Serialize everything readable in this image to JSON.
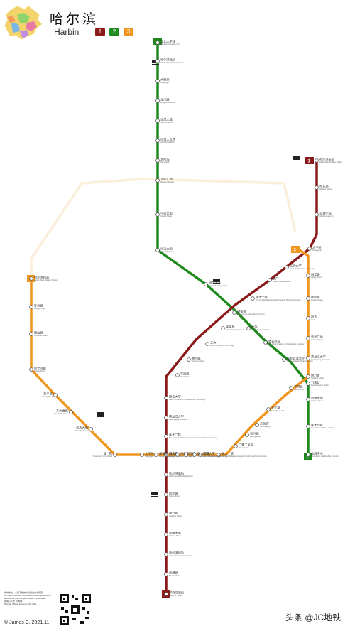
{
  "title": {
    "cn": "哈尔滨",
    "en": "Harbin"
  },
  "lines": [
    {
      "id": "1",
      "label": "1",
      "color": "#8b1a1a"
    },
    {
      "id": "2",
      "label": "2",
      "color": "#1e8a1e"
    },
    {
      "id": "3",
      "label": "3",
      "color": "#f0961e"
    }
  ],
  "stations": [
    {
      "cn": "江北大学城",
      "en": "Jiangbei University City"
    },
    {
      "cn": "哈尔滨北站",
      "en": "Harbin North Railway Station"
    },
    {
      "cn": "大耿家",
      "en": "Dagengjia"
    },
    {
      "cn": "龙川路",
      "en": "Longchuan Road"
    },
    {
      "cn": "世茂大道",
      "en": "Shimao Avenue"
    },
    {
      "cn": "冰雪大世界",
      "en": "Ice & Snow World"
    },
    {
      "cn": "太阳岛",
      "en": "Sun Island"
    },
    {
      "cn": "人民广场",
      "en": "People's Square"
    },
    {
      "cn": "中央大街",
      "en": "Central Street"
    },
    {
      "cn": "尚志大街",
      "en": "Shangzhi Street"
    },
    {
      "cn": "哈尔滨站",
      "en": "Harbin Railway Station"
    },
    {
      "cn": "哈尔滨东站",
      "en": "Harbin East Railway Station"
    },
    {
      "cn": "哈东站",
      "en": "Hadong Station"
    },
    {
      "cn": "交通学院",
      "en": "Jiaotongxueyuan"
    },
    {
      "cn": "太平桥",
      "en": "Taipingqiao"
    },
    {
      "cn": "工程大学",
      "en": "Harbin Engineering University"
    },
    {
      "cn": "烟厂",
      "en": "Tobacco Manufacturer"
    },
    {
      "cn": "医大一院",
      "en": "The First Affiliated Hospital of Harbin Medical University"
    },
    {
      "cn": "博物馆",
      "en": "Museum of Heilongjiang Province"
    },
    {
      "cn": "哈站",
      "en": "Harbin Railway Station"
    },
    {
      "cn": "铁路局",
      "en": "Harbin Railway Bureau"
    },
    {
      "cn": "工大",
      "en": "Harbin Institute of Technology"
    },
    {
      "cn": "黄河路",
      "en": "Huanghe Road"
    },
    {
      "cn": "学府路",
      "en": "Xuefu Road"
    },
    {
      "cn": "理工大学",
      "en": "Harbin University of Science and Technology"
    },
    {
      "cn": "黑龙江大学",
      "en": "Heilongjiang University"
    },
    {
      "cn": "医大二院",
      "en": "The Second Affiliated Hospital of Harbin Medical University"
    },
    {
      "cn": "河松街",
      "en": "Hesong Street"
    },
    {
      "cn": "哈尔滨南站",
      "en": "Harbin South Railway Station"
    },
    {
      "cn": "同乐路",
      "en": "Tongle Road"
    },
    {
      "cn": "旭升街",
      "en": "Xusheng Street"
    },
    {
      "cn": "新疆大街",
      "en": "Xinjiang Street"
    },
    {
      "cn": "哈尔滨西站",
      "en": "Harbin West Railway Station"
    },
    {
      "cn": "保健路",
      "en": "Baojian Road"
    },
    {
      "cn": "学府四道街",
      "en": "Xuefu 4th Road"
    },
    {
      "cn": "省农科院",
      "en": "Provincial Academy of Agricultural Sciences"
    },
    {
      "cn": "东北农业大学",
      "en": "Northeast Agricultural University"
    },
    {
      "cn": "气象台",
      "en": "Meteorological Station"
    },
    {
      "cn": "新疆大街",
      "en": "Xinjiang Street"
    },
    {
      "cn": "医大四院",
      "en": "The Fourth Affiliated Hospital"
    },
    {
      "cn": "会展中心",
      "en": "Convention and Exhibition Center"
    },
    {
      "cn": "丽江路",
      "en": "Lijiang Road"
    },
    {
      "cn": "鞍山街",
      "en": "Anshan Street"
    },
    {
      "cn": "哈达",
      "en": "Hada"
    },
    {
      "cn": "乐松广场",
      "en": "Lesong Square"
    },
    {
      "cn": "黑龙江大学",
      "en": "Heilongjiang University"
    },
    {
      "cn": "旭升街",
      "en": "Xusheng Street"
    },
    {
      "cn": "学府路",
      "en": "Xuefu Road"
    },
    {
      "cn": "长江路",
      "en": "Changjiang Road"
    },
    {
      "cn": "文化宫",
      "en": "Wenhuagong"
    },
    {
      "cn": "和兴路",
      "en": "Hexing Road"
    },
    {
      "cn": "二零二医院",
      "en": "202 Hospital"
    },
    {
      "cn": "医大一院",
      "en": "The First Affiliated Hospital of Harbin Medical University"
    },
    {
      "cn": "工程大学",
      "en": "Harbin Engineering University"
    },
    {
      "cn": "太平桥",
      "en": "Taipingqiao"
    },
    {
      "cn": "省一院",
      "en": "Provincial First Hospital"
    },
    {
      "cn": "尚志大街",
      "en": "Shangzhi Street"
    },
    {
      "cn": "东大直街",
      "en": "Dongdazhi Street"
    },
    {
      "cn": "和平路",
      "en": "Heping Road"
    },
    {
      "cn": "阿什河街",
      "en": "Ashihe Street"
    },
    {
      "cn": "嵩山路",
      "en": "Songshan Road"
    },
    {
      "cn": "征仪路",
      "en": "Zhengyi Road"
    },
    {
      "cn": "哈尔滨西站",
      "en": "Harbin West Railway Station"
    },
    {
      "cn": "西大桥",
      "en": "Xidaqiao"
    },
    {
      "cn": "保健路",
      "en": "Baojian Road"
    },
    {
      "cn": "马端街",
      "en": "Maduan Street"
    },
    {
      "cn": "阿城",
      "en": "Acheng"
    },
    {
      "cn": "医大四院",
      "en": "The Fourth Affiliated Hospital"
    }
  ],
  "footer": {
    "note_cn": "编制单位：本图不能作为权威的乘车指南。",
    "note_en": "All rights reserved, any unauthorized reproduction without the author's permission is prohibited.",
    "account_cn": "微信公众号 JC地铁",
    "account_en": "Wechat Official Account: JC_LINE",
    "credit": "© James C.  2021.11"
  },
  "watermark": "头条 @JC地铁"
}
